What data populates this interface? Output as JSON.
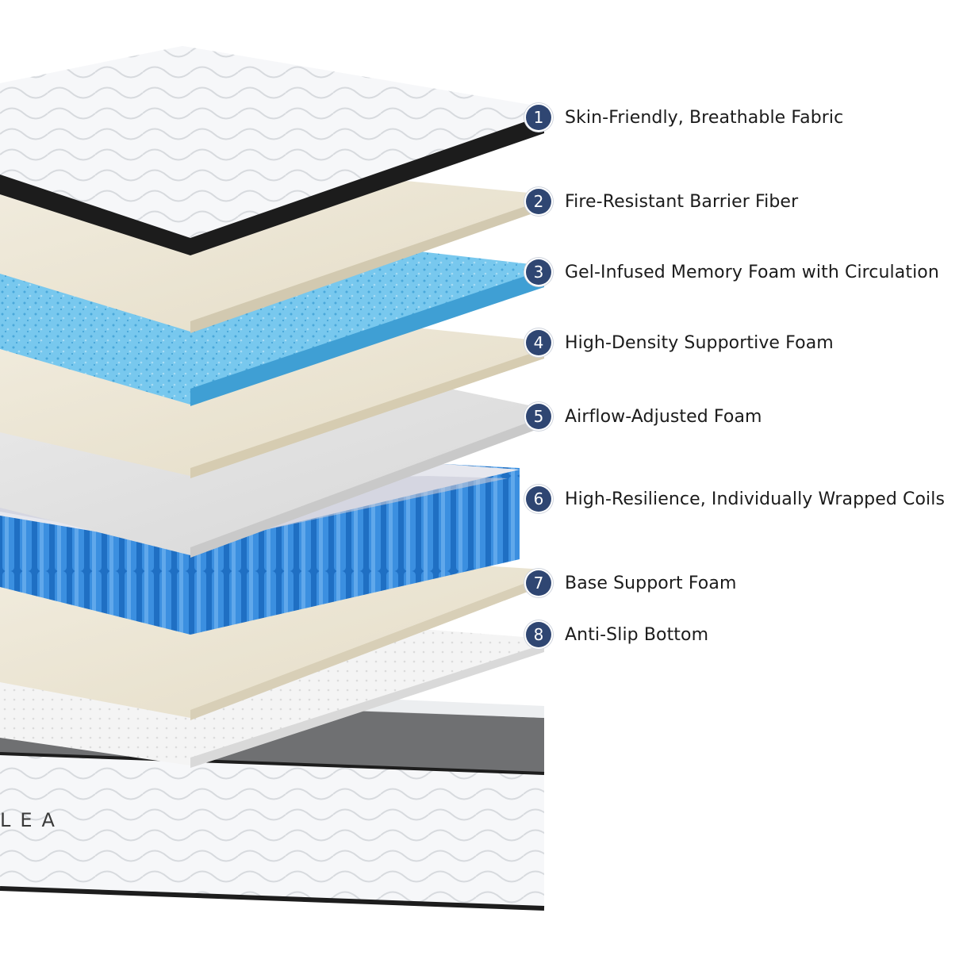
{
  "brand": "LEA",
  "layers": [
    {
      "number": "1",
      "label": "Skin-Friendly, Breathable Fabric"
    },
    {
      "number": "2",
      "label": "Fire-Resistant Barrier Fiber"
    },
    {
      "number": "3",
      "label": "Gel-Infused Memory Foam with Circulation"
    },
    {
      "number": "4",
      "label": "High-Density Supportive Foam"
    },
    {
      "number": "5",
      "label": "Airflow-Adjusted Foam"
    },
    {
      "number": "6",
      "label": "High-Resilience, Individually Wrapped Coils"
    },
    {
      "number": "7",
      "label": "Base Support Foam"
    },
    {
      "number": "8",
      "label": "Anti-Slip Bottom"
    }
  ],
  "colors": {
    "badge": "#2f4672",
    "gel_foam": "#6ec2ea",
    "coils": "#2f7fcf",
    "foam_cream": "#ece6d6",
    "fabric": "#f5f6f8"
  }
}
